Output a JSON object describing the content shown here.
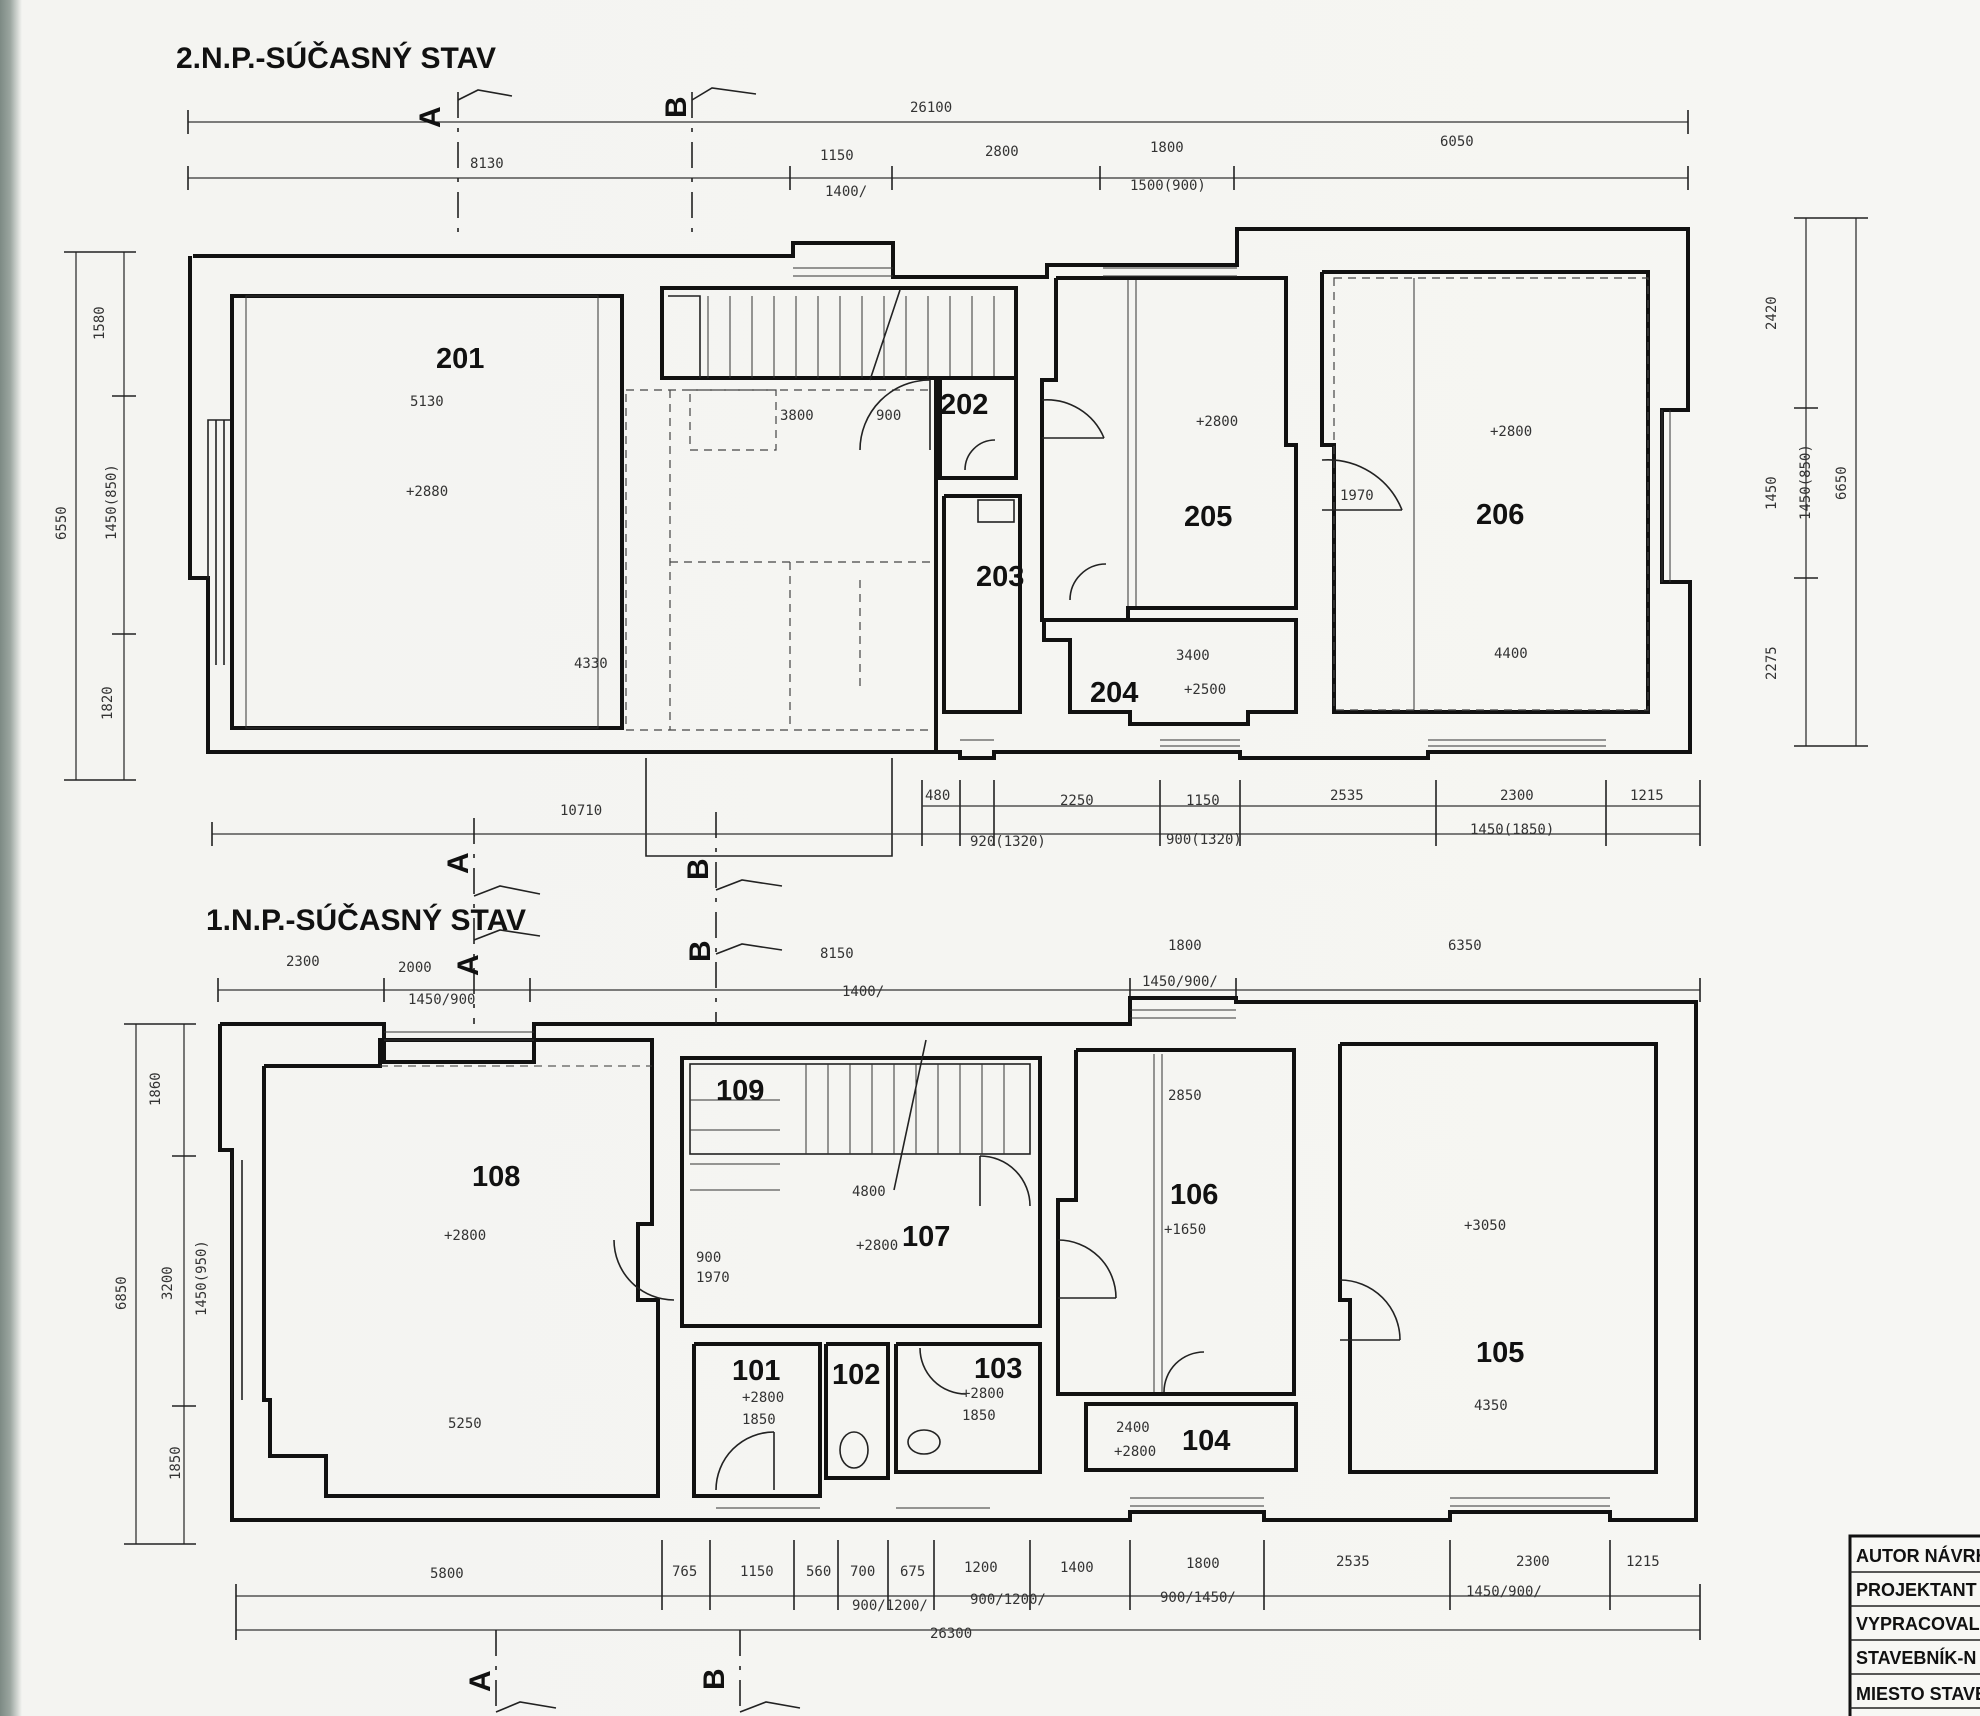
{
  "plans": [
    {
      "id": "upper",
      "title": "2.N.P.-SÚČASNÝ STAV",
      "rooms": [
        {
          "id": "201",
          "label": "201"
        },
        {
          "id": "202",
          "label": "202"
        },
        {
          "id": "203",
          "label": "203"
        },
        {
          "id": "204",
          "label": "204"
        },
        {
          "id": "205",
          "label": "205"
        },
        {
          "id": "206",
          "label": "206"
        }
      ]
    },
    {
      "id": "ground",
      "title": "1.N.P.-SÚČASNÝ STAV",
      "rooms": [
        {
          "id": "101",
          "label": "101"
        },
        {
          "id": "102",
          "label": "102"
        },
        {
          "id": "103",
          "label": "103"
        },
        {
          "id": "104",
          "label": "104"
        },
        {
          "id": "105",
          "label": "105"
        },
        {
          "id": "106",
          "label": "106"
        },
        {
          "id": "107",
          "label": "107"
        },
        {
          "id": "108",
          "label": "108"
        },
        {
          "id": "109",
          "label": "109"
        }
      ]
    }
  ],
  "section_markers": {
    "a": "A",
    "b": "B"
  },
  "title_block": [
    "AUTOR NÁVRH",
    "PROJEKTANT S",
    "VYPRACOVAL",
    "STAVEBNÍK-N",
    "MIESTO STAVB"
  ]
}
